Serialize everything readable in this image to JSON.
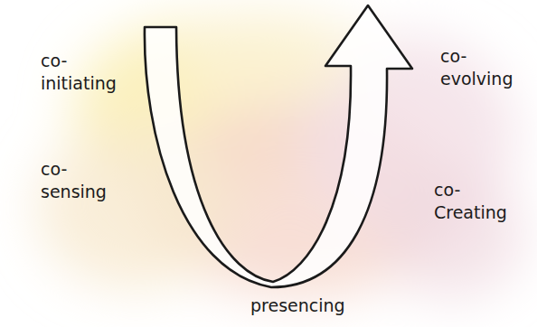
{
  "diagram": {
    "labels": [
      "co- initiating",
      "co- sensing",
      "presencing",
      "co- evolving",
      "co- Creating"
    ]
  }
}
